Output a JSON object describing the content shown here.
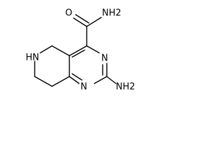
{
  "structure": {
    "atoms": {
      "carbonyl_o": "O",
      "amide_n": "NH2",
      "ring_n3": "N",
      "ring_n1": "N",
      "amino_n": "NH2",
      "piperidine_n": "HN"
    }
  },
  "colors": {
    "bond": "#000000",
    "label": "#000000",
    "background": "#ffffff"
  }
}
